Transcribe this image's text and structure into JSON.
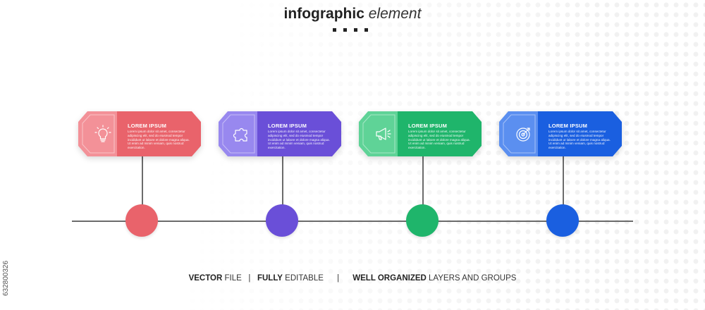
{
  "title": {
    "bold": "infographic",
    "italic": "element"
  },
  "steps": [
    {
      "heading": "LOREM IPSUM",
      "body": "Lorem ipsum dolor sit amet, consectetur adipiscing elit, sed do eiusmod tempor incididunt ut labore et dolore magna aliqua. Ut enim ad minim veniam, quis nostrud exercitation.",
      "icon": "lightbulb-icon",
      "color_main": "#e9636b",
      "color_tab": "#f39198"
    },
    {
      "heading": "LOREM IPSUM",
      "body": "Lorem ipsum dolor sit amet, consectetur adipiscing elit, sed do eiusmod tempor incididunt ut labore et dolore magna aliqua. Ut enim ad minim veniam, quis nostrud exercitation.",
      "icon": "puzzle-icon",
      "color_main": "#6a4fd8",
      "color_tab": "#9888ef"
    },
    {
      "heading": "LOREM IPSUM",
      "body": "Lorem ipsum dolor sit amet, consectetur adipiscing elit, sed do eiusmod tempor incididunt ut labore et dolore magna aliqua. Ut enim ad minim veniam, quis nostrud exercitation.",
      "icon": "megaphone-icon",
      "color_main": "#1fb56b",
      "color_tab": "#5fd397"
    },
    {
      "heading": "LOREM IPSUM",
      "body": "Lorem ipsum dolor sit amet, consectetur adipiscing elit, sed do eiusmod tempor incididunt ut labore et dolore magna aliqua. Ut enim ad minim veniam, quis nostrud exercitation.",
      "icon": "target-icon",
      "color_main": "#1a5fe0",
      "color_tab": "#5b8ff0"
    }
  ],
  "footer": {
    "part1_bold": "VECTOR",
    "part1": "FILE",
    "part2_bold": "FULLY",
    "part2": "EDITABLE",
    "part3_bold": "WELL ORGANIZED",
    "part3": "LAYERS AND GROUPS",
    "sep": "|"
  },
  "stock_id": "632800326"
}
